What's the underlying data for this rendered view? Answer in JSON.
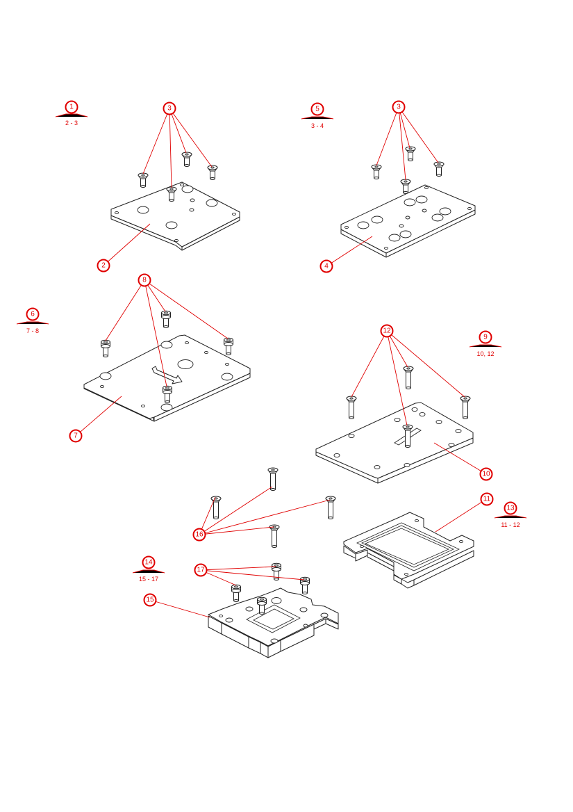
{
  "colors": {
    "callout": "#e00000",
    "linework": "#222222",
    "background": "#ffffff"
  },
  "assemblies": [
    {
      "id": "asm-1",
      "number": "1",
      "parts": "2 - 3"
    },
    {
      "id": "asm-5",
      "number": "5",
      "parts": "3 - 4"
    },
    {
      "id": "asm-6",
      "number": "6",
      "parts": "7 - 8"
    },
    {
      "id": "asm-9",
      "number": "9",
      "parts": "10, 12"
    },
    {
      "id": "asm-13",
      "number": "13",
      "parts": "11 - 12"
    },
    {
      "id": "asm-14",
      "number": "14",
      "parts": "15 - 17"
    }
  ],
  "balloons": {
    "b2": "2",
    "b3a": "3",
    "b3b": "3",
    "b4": "4",
    "b7": "7",
    "b8": "8",
    "b10": "10",
    "b11": "11",
    "b12": "12",
    "b15": "15",
    "b16": "16",
    "b17": "17"
  }
}
